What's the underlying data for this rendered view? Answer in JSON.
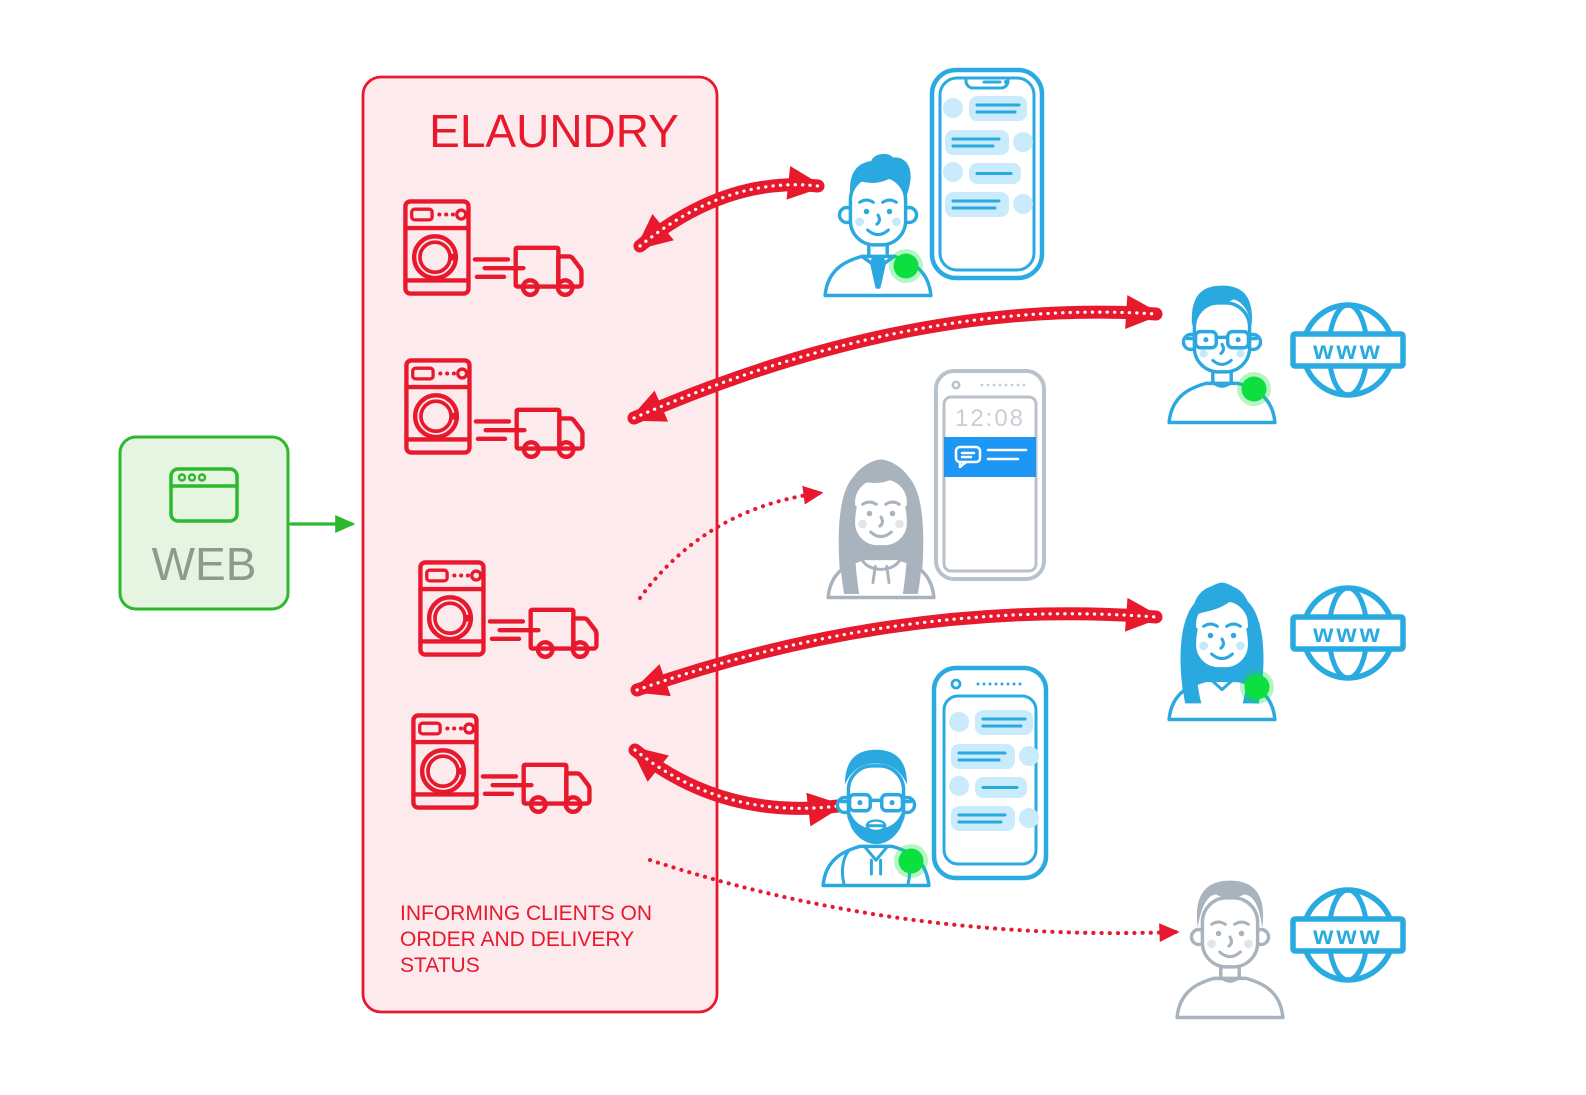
{
  "diagram_title": "ELAUNDRY",
  "web_source": {
    "label": "WEB",
    "icon": "browser-window-icon"
  },
  "elaundry_panel": {
    "title": "ELAUNDRY",
    "caption_line1": "INFORMING CLIENTS ON",
    "caption_line2": "ORDER AND DELIVERY",
    "caption_line3": "STATUS",
    "washer_truck_units": 4
  },
  "labels": {
    "globe": "www",
    "phone_time": "12:08"
  },
  "clients": [
    {
      "id": "client-1",
      "avatar": "man-suit-tie",
      "style": "blue",
      "device": "smartphone-chat",
      "online_badge": true
    },
    {
      "id": "client-2",
      "avatar": "man-glasses",
      "style": "blue",
      "device": "www-globe",
      "online_badge": true
    },
    {
      "id": "client-3",
      "avatar": "woman-long-hair",
      "style": "gray",
      "device": "smartphone-lockscreen",
      "online_badge": false
    },
    {
      "id": "client-4",
      "avatar": "woman-bob-hair",
      "style": "blue",
      "device": "www-globe",
      "online_badge": true
    },
    {
      "id": "client-5",
      "avatar": "man-beard-glasses-hoodie",
      "style": "blue",
      "device": "smartphone-chat",
      "online_badge": true
    },
    {
      "id": "client-6",
      "avatar": "man-short-hair",
      "style": "gray",
      "device": "www-globe",
      "online_badge": false
    }
  ],
  "connections": [
    {
      "from": "web",
      "to": "elaundry-panel",
      "style": "solid-green-arrow"
    },
    {
      "from": "elaundry-panel",
      "to": "client-1",
      "style": "thick-red-double-arrow-dotted-core"
    },
    {
      "from": "elaundry-panel",
      "to": "client-2",
      "style": "thick-red-double-arrow-dotted-core"
    },
    {
      "from": "elaundry-panel",
      "to": "client-3",
      "style": "thin-red-dotted-arrow"
    },
    {
      "from": "elaundry-panel",
      "to": "client-4",
      "style": "thick-red-double-arrow-dotted-core"
    },
    {
      "from": "elaundry-panel",
      "to": "client-5",
      "style": "thick-red-double-arrow-dotted-core"
    },
    {
      "from": "elaundry-panel",
      "to": "client-6",
      "style": "thin-red-dotted-arrow"
    }
  ],
  "colors": {
    "red": "#e8182d",
    "panel_pink": "#fdeaec",
    "blue": "#29abe2",
    "bubble_blue": "#c9ebfc",
    "gray": "#a9b3bd",
    "notification_blue": "#1e96f3",
    "green": "#2db82d",
    "web_box_fill": "#e5f5e1",
    "web_text_gray": "#8c9c8c",
    "status_green": "#0ddf3f"
  }
}
